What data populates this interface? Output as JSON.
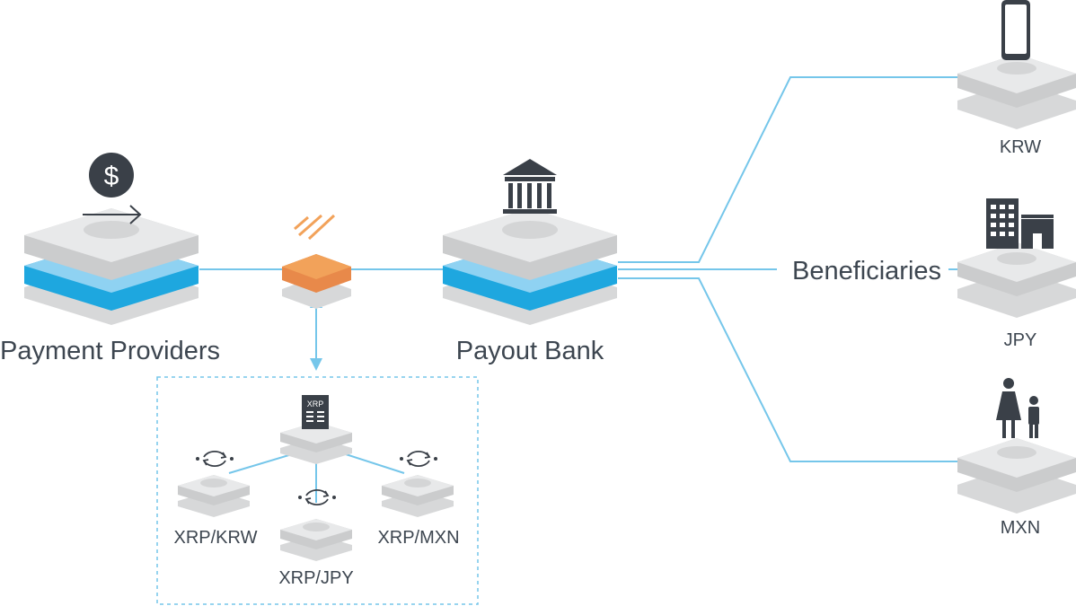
{
  "nodes": {
    "payment_providers": "Payment Providers",
    "payout_bank": "Payout Bank",
    "beneficiaries": "Beneficiaries"
  },
  "icons": {
    "dollar": "$",
    "xrp_doc": "XRP"
  },
  "currencies": {
    "krw": "KRW",
    "jpy": "JPY",
    "mxn": "MXN"
  },
  "pairs": {
    "krw": "XRP/KRW",
    "jpy": "XRP/JPY",
    "mxn": "XRP/MXN"
  },
  "colors": {
    "connector": "#75c6ea",
    "blue_layer": "#1ea7df",
    "light_blue_layer": "#8fd2f2",
    "platform_gray": "#e6e7e8",
    "platform_shadow": "#c9cacc",
    "hub_orange": "#f2a25a",
    "icon_dark": "#3a4048",
    "text": "#3d4650"
  }
}
